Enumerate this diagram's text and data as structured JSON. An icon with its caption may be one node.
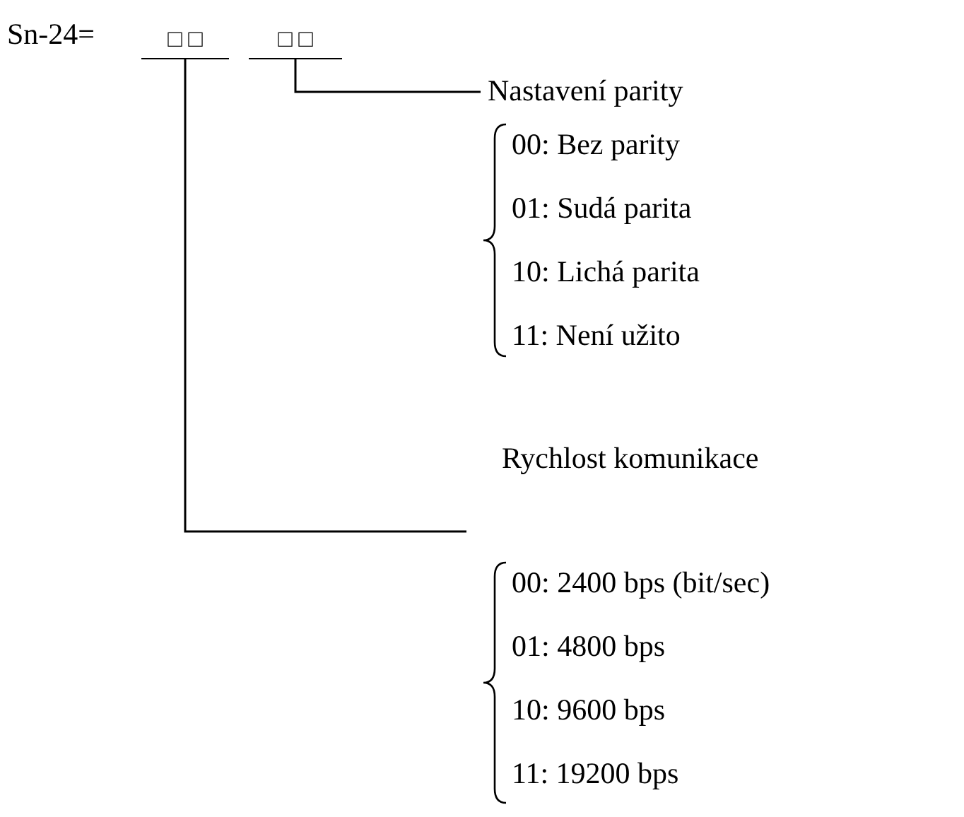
{
  "diagram": {
    "nodes": [
      {
        "text": [
          "□ □"
        ]
      },
      {
        "text": [
          "□ □"
        ]
      },
      {
        "text": [
          "Nastavení parity"
        ]
      },
      {
        "text": [
          "Rychlost komunikace"
        ]
      }
    ],
    "edges": [
      {
        "from": 1,
        "to": 2,
        "arrow": "none"
      },
      {
        "from": 0,
        "to": 3,
        "arrow": "none"
      }
    ],
    "labels": [
      "Sn-24=",
      "00: Bez parity",
      "01: Sudá parita",
      "10: Lichá parita",
      "11: Není užito",
      "00: 2400 bps (bit/sec)",
      "01: 4800 bps",
      "10: 9600 bps",
      "11: 19200 bps"
    ]
  }
}
